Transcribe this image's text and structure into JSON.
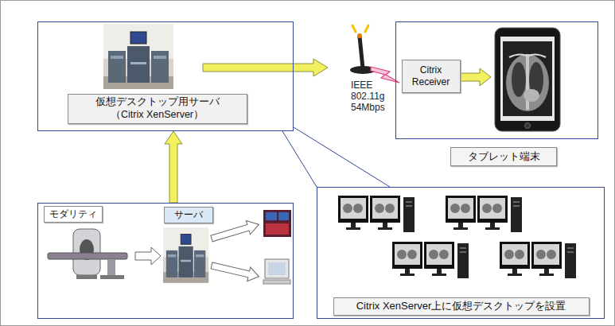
{
  "diagram": {
    "nodes": [
      {
        "text": []
      },
      {
        "text": [
          "仮想デスクトップ用サーバ （Citrix XenServer）"
        ],
        "in": 0
      },
      {
        "text": []
      },
      {
        "text": [
          "Citrix Receiver"
        ],
        "in": 2
      },
      {
        "text": [
          "タブレット端末"
        ]
      },
      {
        "text": []
      },
      {
        "text": [
          "モダリティ"
        ],
        "in": 5
      },
      {
        "text": [
          "サーバ"
        ],
        "in": 5
      },
      {
        "text": []
      },
      {
        "text": [
          "Citrix XenServer上に仮想デスクトップを設置"
        ],
        "in": 8
      }
    ],
    "edges": [
      {
        "from": 5,
        "to": 0,
        "arrow": "to"
      },
      {
        "from": 0,
        "to": 8,
        "arrow": "none"
      }
    ],
    "labels": [
      "IEEE 802.11g 54Mbps"
    ]
  }
}
